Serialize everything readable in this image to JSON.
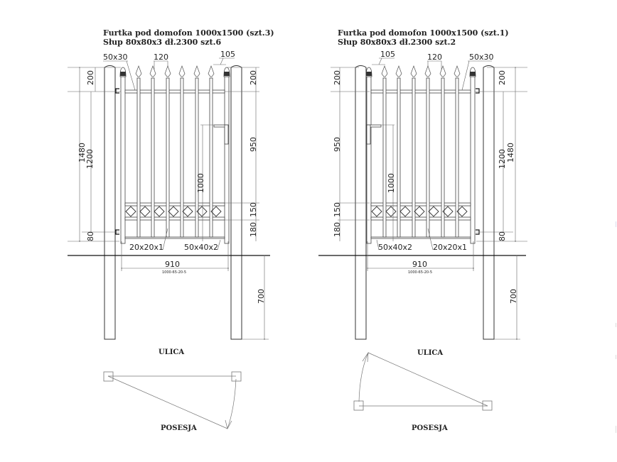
{
  "gates": [
    {
      "id": "left",
      "title_line1": "Furtka  pod domofon 1000x1500 (szt.3)",
      "title_line2": "Słup 80x80x3 dł.2300 szt.6",
      "labels": {
        "post_profile": "50x30",
        "bar_spacing": "120",
        "gap": "105",
        "top_h": "200",
        "total_h": "1480",
        "inner_h": "1200",
        "bottom_h": "80",
        "handle_h": "950",
        "gate_h": "1000",
        "band_h": "150",
        "base_h": "180",
        "bar_profile": "20x20x1",
        "frame_profile": "50x40x2",
        "width": "910",
        "code": "1000-65-20-5",
        "embed": "700"
      },
      "hinge_side": "left",
      "swing": "inward-right"
    },
    {
      "id": "right",
      "title_line1": "Furtka  pod domofon 1000x1500 (szt.1)",
      "title_line2": "Słup 80x80x3 dł.2300 szt.2",
      "labels": {
        "post_profile": "50x30",
        "bar_spacing": "120",
        "gap": "105",
        "top_h": "200",
        "total_h": "1480",
        "inner_h": "1200",
        "bottom_h": "80",
        "handle_h": "950",
        "gate_h": "1000",
        "band_h": "150",
        "base_h": "180",
        "bar_profile": "20x20x1",
        "frame_profile": "50x40x2",
        "width": "910",
        "code": "1000-65-20-5",
        "embed": "700"
      },
      "hinge_side": "right",
      "swing": "outward-left"
    }
  ],
  "plan": {
    "street_label": "ULICA",
    "property_label": "POSESJA"
  }
}
